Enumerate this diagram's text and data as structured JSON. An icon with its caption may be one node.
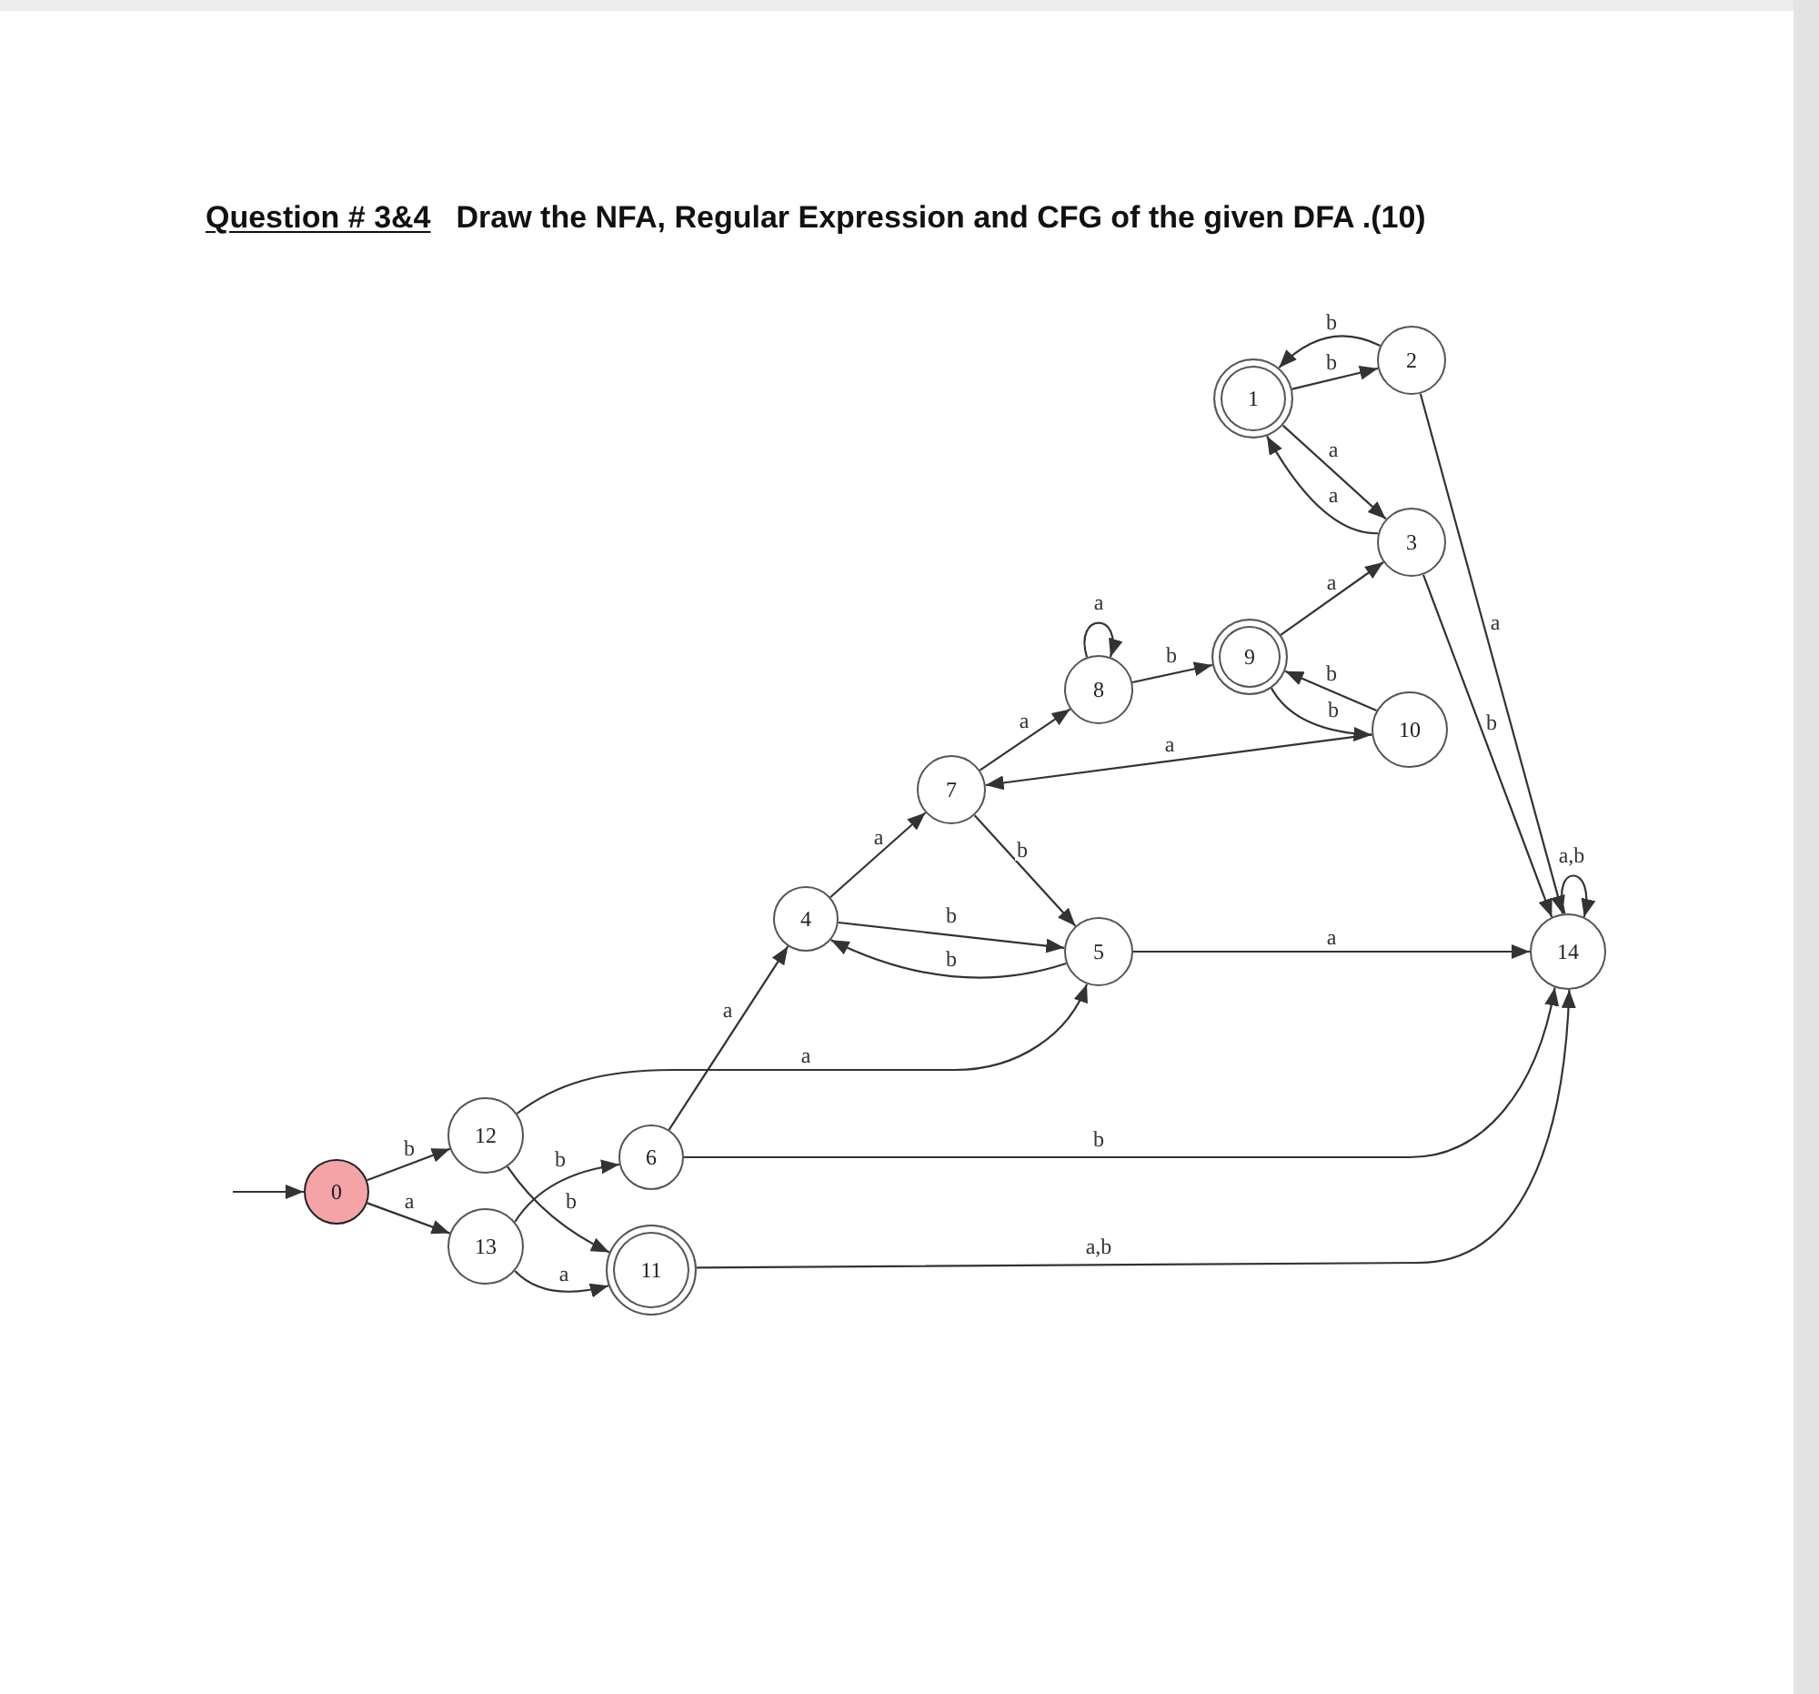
{
  "diagram": {
    "title": "Draw the NFA, Regular Expression and CFG of the given DFA .(10)",
    "nodes": [
      {
        "text": [
          "0"
        ]
      },
      {
        "text": [
          "1"
        ]
      },
      {
        "text": [
          "2"
        ]
      },
      {
        "text": [
          "3"
        ]
      },
      {
        "text": [
          "4"
        ]
      },
      {
        "text": [
          "5"
        ]
      },
      {
        "text": [
          "6"
        ]
      },
      {
        "text": [
          "7"
        ]
      },
      {
        "text": [
          "8"
        ]
      },
      {
        "text": [
          "9"
        ]
      },
      {
        "text": [
          "10"
        ]
      },
      {
        "text": [
          "11"
        ]
      },
      {
        "text": [
          "12"
        ]
      },
      {
        "text": [
          "13"
        ]
      },
      {
        "text": [
          "14"
        ]
      }
    ],
    "edges": [
      {
        "from": null,
        "to": 0,
        "arrow": "to"
      },
      {
        "from": 0,
        "to": 12,
        "arrow": "to",
        "label": "b"
      },
      {
        "from": 0,
        "to": 13,
        "arrow": "to",
        "label": "a"
      },
      {
        "from": 12,
        "to": 11,
        "arrow": "to",
        "label": "b"
      },
      {
        "from": 13,
        "to": 6,
        "arrow": "to",
        "label": "b"
      },
      {
        "from": 13,
        "to": 11,
        "arrow": "to",
        "label": "a"
      },
      {
        "from": 12,
        "to": 5,
        "arrow": "to",
        "label": "a"
      },
      {
        "from": 6,
        "to": 4,
        "arrow": "to",
        "label": "a"
      },
      {
        "from": 6,
        "to": 14,
        "arrow": "to",
        "label": "b"
      },
      {
        "from": 11,
        "to": 14,
        "arrow": "to",
        "label": "a,b"
      },
      {
        "from": 4,
        "to": 7,
        "arrow": "to",
        "label": "a"
      },
      {
        "from": 4,
        "to": 5,
        "arrow": "to",
        "label": "b"
      },
      {
        "from": 5,
        "to": 4,
        "arrow": "to",
        "label": "b"
      },
      {
        "from": 7,
        "to": 5,
        "arrow": "to",
        "label": "b"
      },
      {
        "from": 7,
        "to": 8,
        "arrow": "to",
        "label": "a"
      },
      {
        "from": 8,
        "to": 8,
        "arrow": "to",
        "label": "a"
      },
      {
        "from": 8,
        "to": 9,
        "arrow": "to",
        "label": "b"
      },
      {
        "from": 10,
        "to": 7,
        "arrow": "to",
        "label": "a"
      },
      {
        "from": 9,
        "to": 10,
        "arrow": "to",
        "label": "b"
      },
      {
        "from": 10,
        "to": 9,
        "arrow": "to",
        "label": "b"
      },
      {
        "from": 9,
        "to": 3,
        "arrow": "to",
        "label": "a"
      },
      {
        "from": 1,
        "to": 3,
        "arrow": "to",
        "label": "a"
      },
      {
        "from": 3,
        "to": 1,
        "arrow": "to",
        "label": "a"
      },
      {
        "from": 1,
        "to": 2,
        "arrow": "to",
        "label": "b"
      },
      {
        "from": 2,
        "to": 1,
        "arrow": "to",
        "label": "b"
      },
      {
        "from": 2,
        "to": 14,
        "arrow": "to",
        "label": "a"
      },
      {
        "from": 3,
        "to": 14,
        "arrow": "to",
        "label": "b"
      },
      {
        "from": 5,
        "to": 14,
        "arrow": "to",
        "label": "a"
      },
      {
        "from": 14,
        "to": 14,
        "arrow": "to",
        "label": "a,b"
      }
    ],
    "labels": [
      "Question # 3&4"
    ]
  }
}
